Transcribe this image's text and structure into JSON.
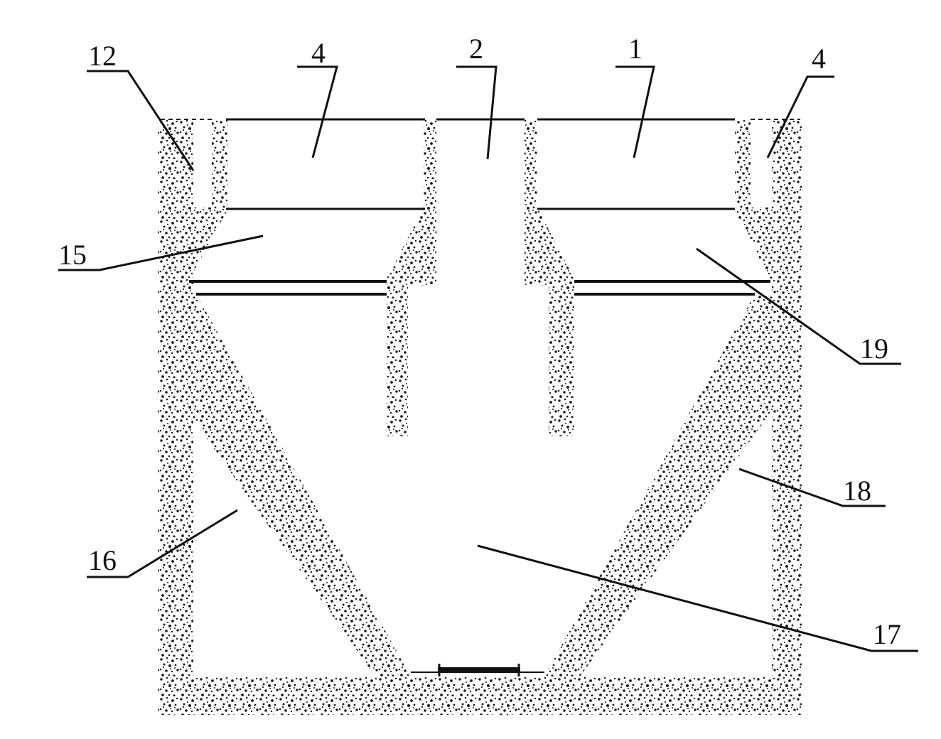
{
  "diagram": {
    "colors": {
      "ink": "#111111",
      "speckle": "#1c1c1c",
      "background": "#ffffff"
    },
    "labels": [
      {
        "id": "12",
        "text": "12"
      },
      {
        "id": "4-left",
        "text": "4"
      },
      {
        "id": "2",
        "text": "2"
      },
      {
        "id": "1",
        "text": "1"
      },
      {
        "id": "4-right",
        "text": "4"
      },
      {
        "id": "15",
        "text": "15"
      },
      {
        "id": "19",
        "text": "19"
      },
      {
        "id": "18",
        "text": "18"
      },
      {
        "id": "16",
        "text": "16"
      },
      {
        "id": "17",
        "text": "17"
      }
    ]
  }
}
